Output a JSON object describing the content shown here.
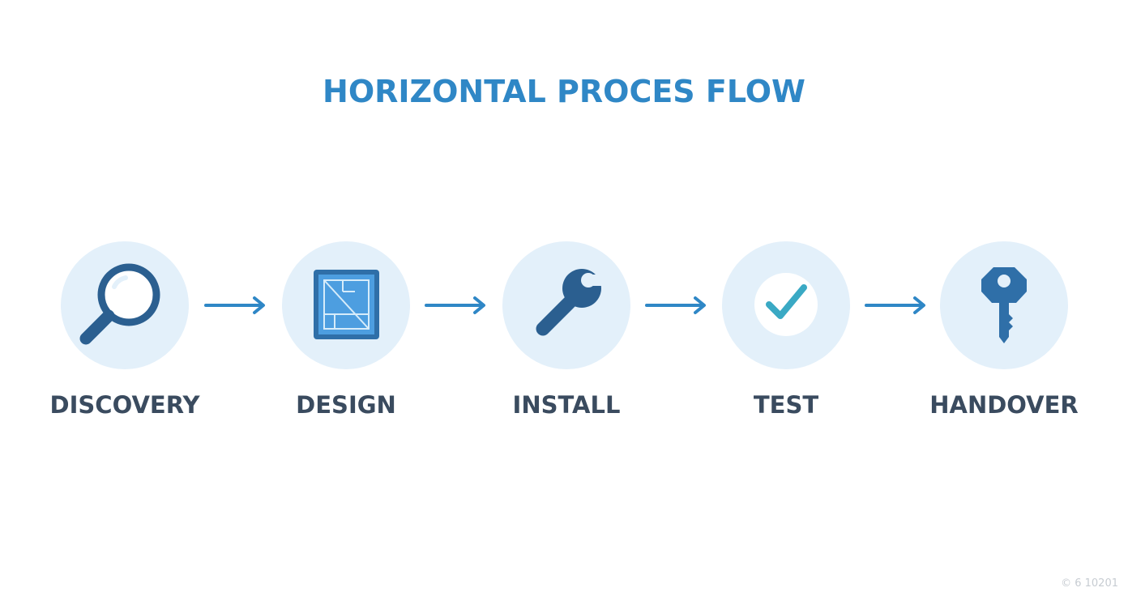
{
  "title": "HORIZONTAL PROCES FLOW",
  "steps": [
    {
      "label": "DISCOVERY",
      "icon": "magnifying-glass-icon"
    },
    {
      "label": "DESIGN",
      "icon": "blueprint-icon"
    },
    {
      "label": "INSTALL",
      "icon": "wrench-icon"
    },
    {
      "label": "TEST",
      "icon": "checkmark-icon"
    },
    {
      "label": "HANDOVER",
      "icon": "key-icon"
    }
  ],
  "watermark": "© 6 10201",
  "colors": {
    "title": "#2f87c6",
    "label": "#3a4b5f",
    "circle": "#e3f0fa",
    "icon_dark": "#2b5f90",
    "arrow": "#2f87c6",
    "check": "#3aa9c4"
  }
}
